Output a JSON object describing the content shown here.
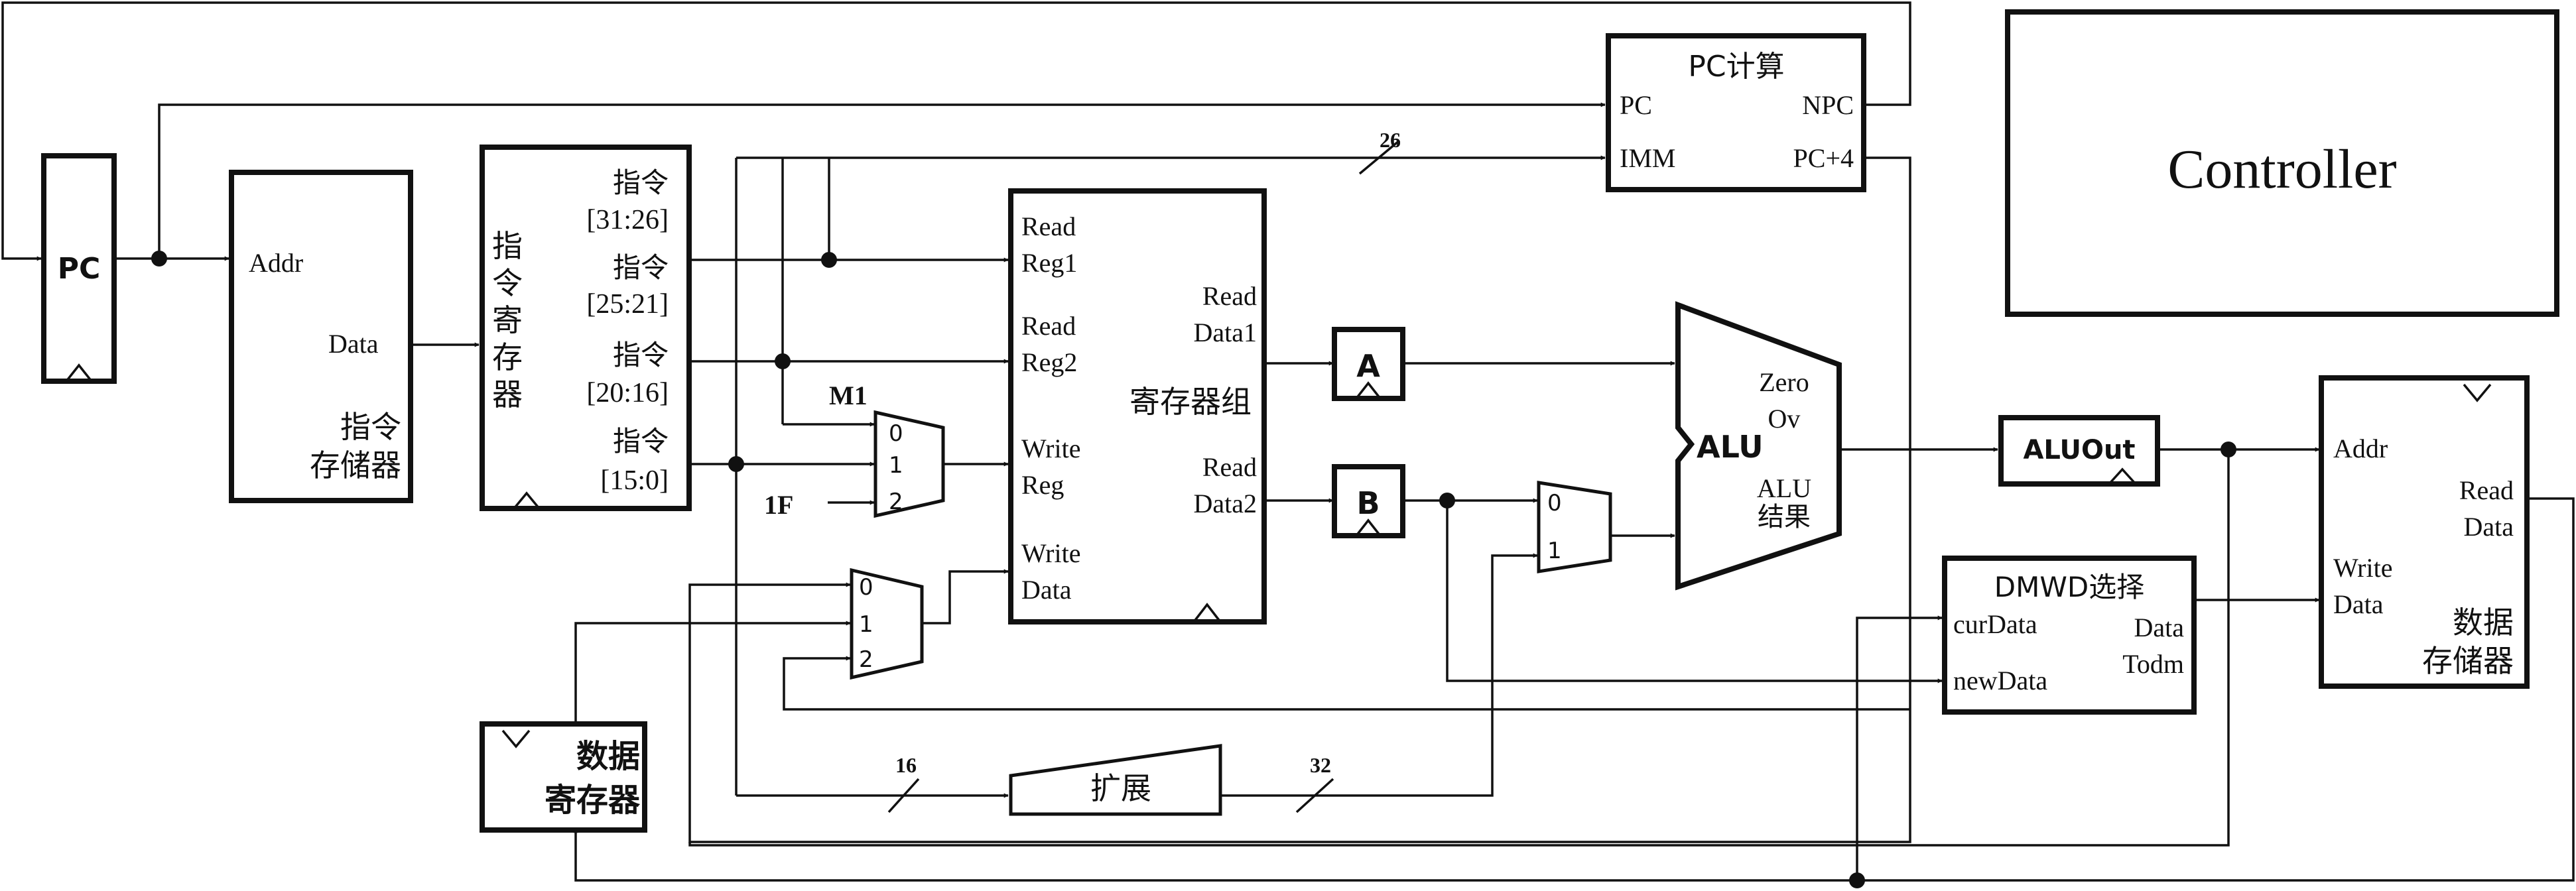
{
  "colors": {
    "line": "#111111",
    "background": "#ffffff"
  },
  "blocks": {
    "pc": {
      "label": "PC"
    },
    "instr_mem": {
      "addr": "Addr",
      "data": "Data",
      "name1": "指令",
      "name2": "存储器"
    },
    "ir": {
      "name": [
        "指",
        "令",
        "寄",
        "存",
        "器"
      ],
      "fields": [
        {
          "line1": "指令",
          "line2": "[31:26]"
        },
        {
          "line1": "指令",
          "line2": "[25:21]"
        },
        {
          "line1": "指令",
          "line2": "[20:16]"
        },
        {
          "line1": "指令",
          "line2": "[15:0]"
        }
      ]
    },
    "regfile": {
      "read_reg1": [
        "Read",
        "Reg1"
      ],
      "read_reg2": [
        "Read",
        "Reg2"
      ],
      "write_reg": [
        "Write",
        "Reg"
      ],
      "write_data": [
        "Write",
        "Data"
      ],
      "read_data1": [
        "Read",
        "Data1"
      ],
      "read_data2": [
        "Read",
        "Data2"
      ],
      "name": "寄存器组"
    },
    "pc_calc": {
      "title": "PC计算",
      "pc": "PC",
      "imm": "IMM",
      "npc": "NPC",
      "pc4": "PC+4"
    },
    "controller": {
      "label": "Controller"
    },
    "reg_a": {
      "label": "A"
    },
    "reg_b": {
      "label": "B"
    },
    "alu": {
      "name": "ALU",
      "zero": "Zero",
      "ov": "Ov",
      "result1": "ALU",
      "result2": "结果"
    },
    "alu_out": {
      "label": "ALUOut"
    },
    "dmwd": {
      "title": "DMWD选择",
      "cur": "curData",
      "new": "newData",
      "out1": "Data",
      "out2": "Todm"
    },
    "data_mem": {
      "addr": "Addr",
      "write1": "Write",
      "write2": "Data",
      "read1": "Read",
      "read2": "Data",
      "name1": "数据",
      "name2": "存储器"
    },
    "mdr": {
      "name1": "数据",
      "name2": "寄存器"
    },
    "ext": {
      "label": "扩展"
    },
    "mux_m1": {
      "label": "M1",
      "inputs": [
        "0",
        "1",
        "2"
      ],
      "const_in": "1F"
    },
    "mux_wd": {
      "inputs": [
        "0",
        "1",
        "2"
      ]
    },
    "mux_alub": {
      "inputs": [
        "0",
        "1"
      ]
    }
  },
  "bus_widths": {
    "imm26": "26",
    "imm16": "16",
    "ext32": "32"
  }
}
